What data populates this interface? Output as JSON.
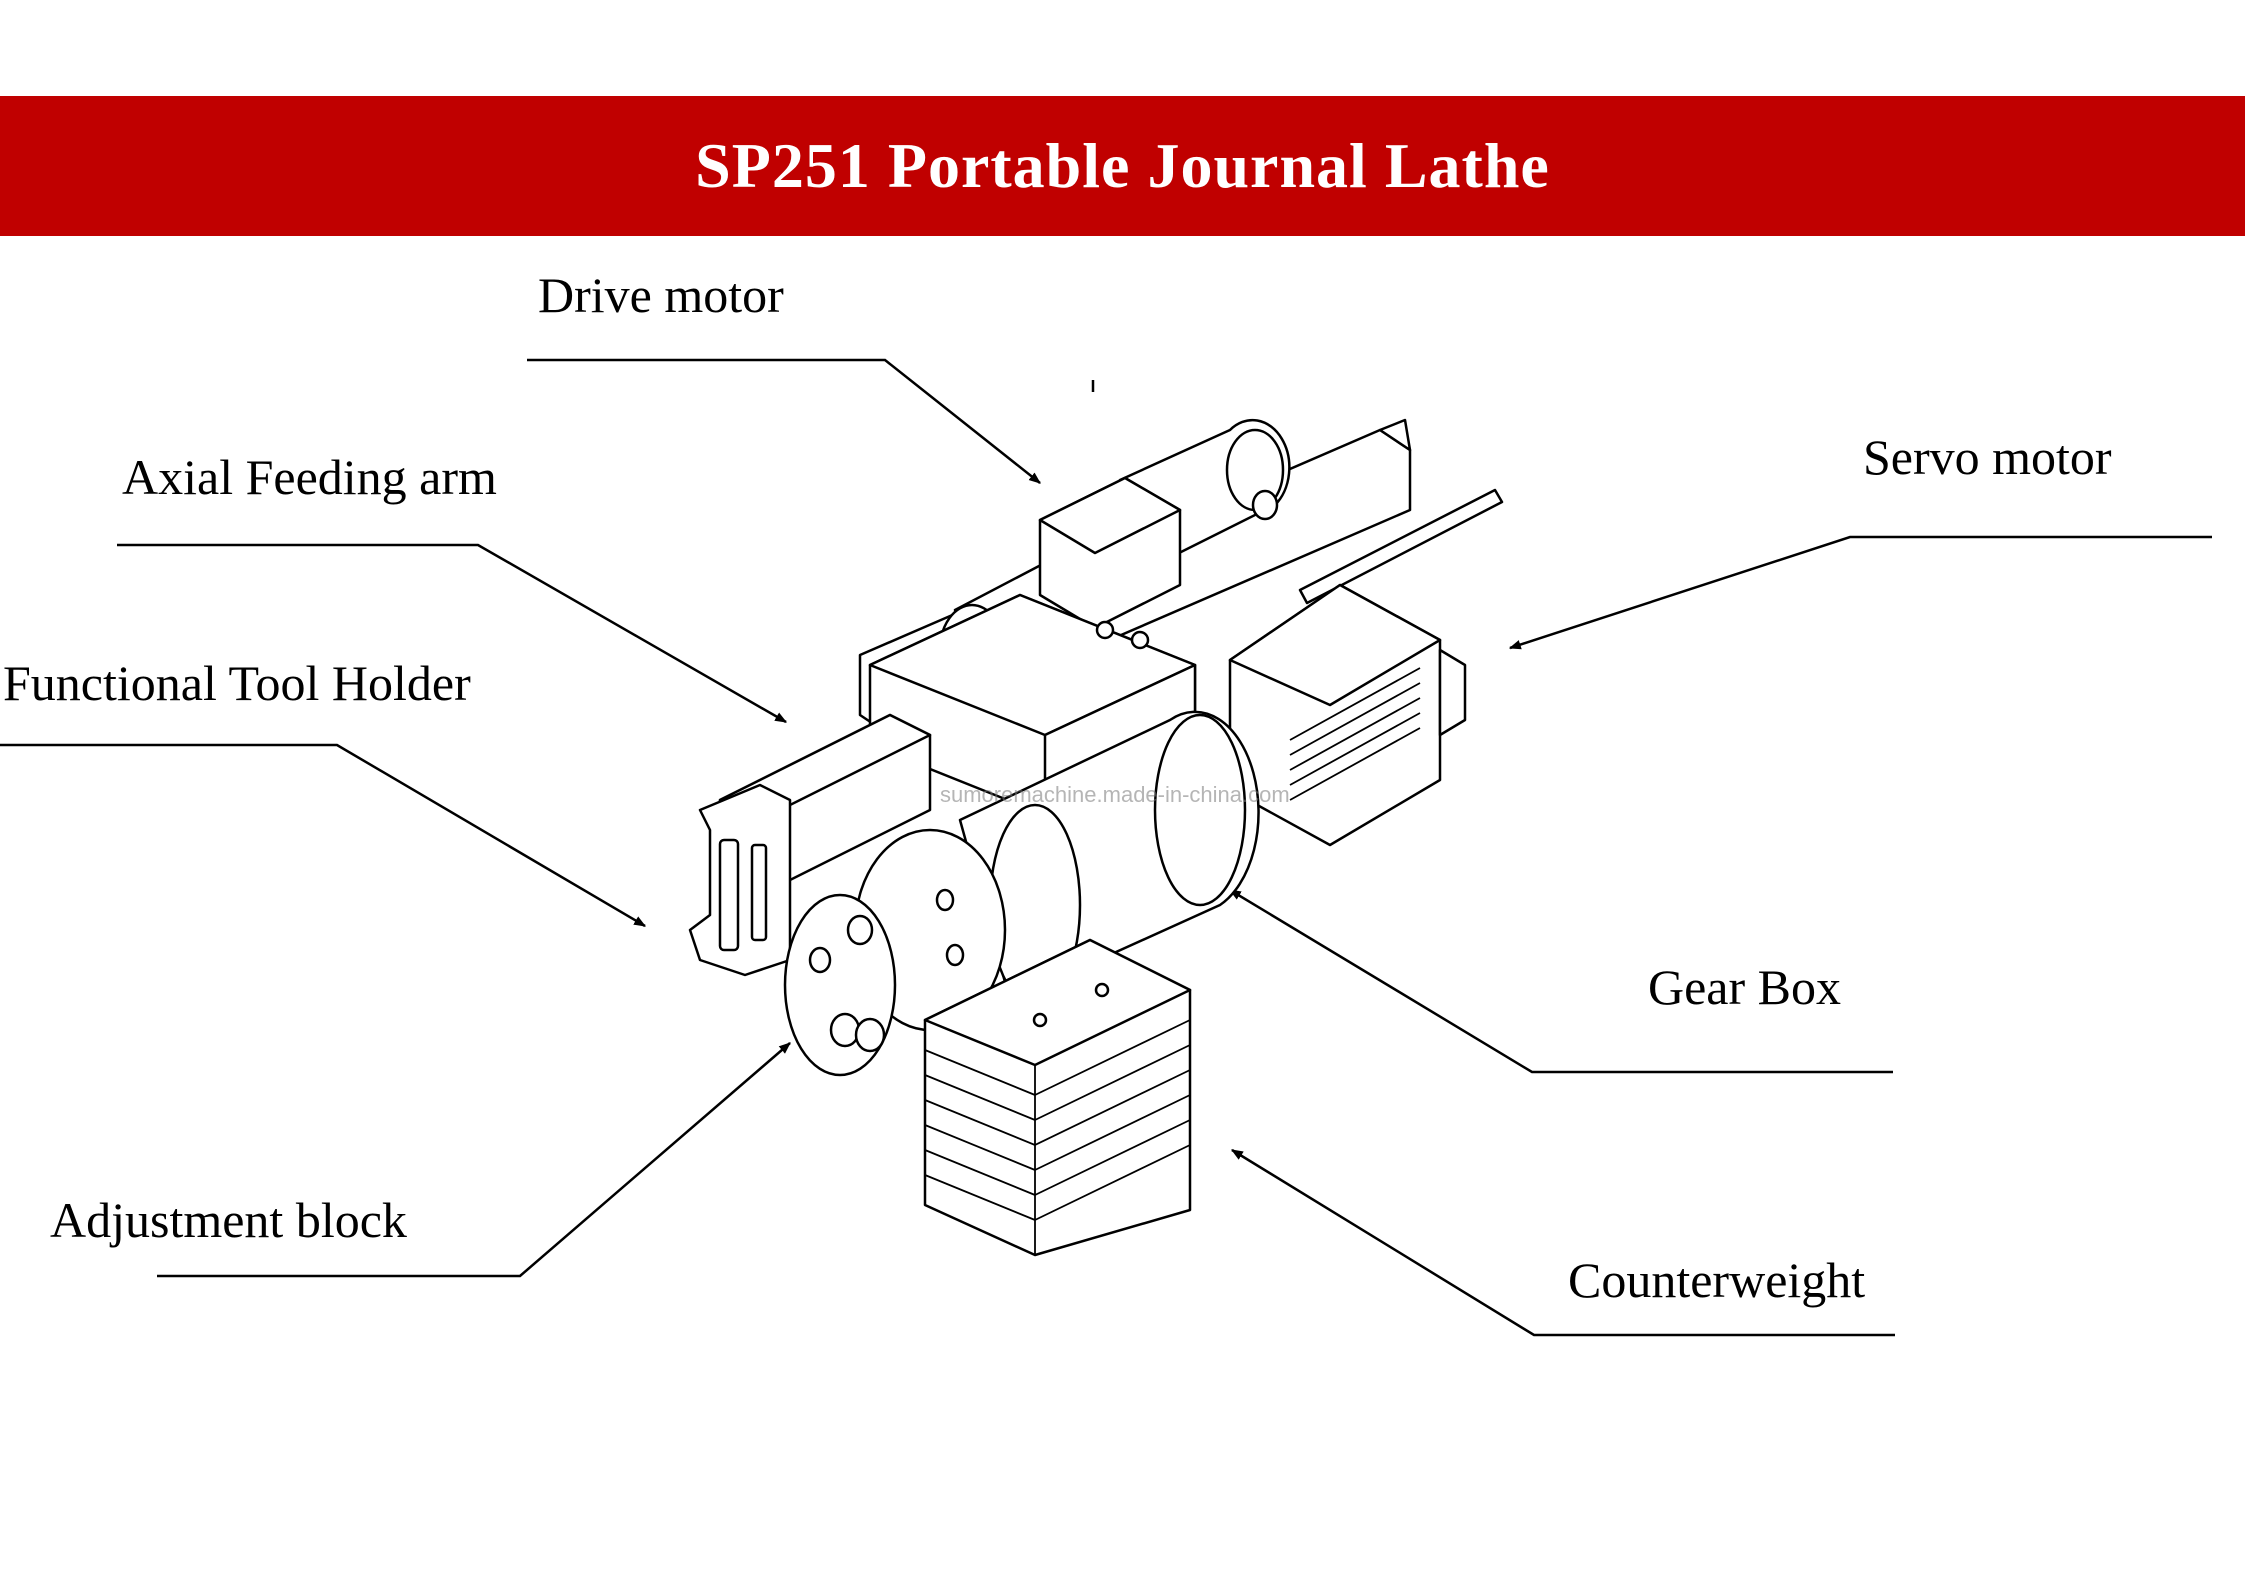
{
  "header": {
    "title": "SP251 Portable Journal Lathe",
    "background_color": "#c00000",
    "text_color": "#ffffff"
  },
  "labels": {
    "drive_motor": "Drive motor",
    "axial_feeding_arm": "Axial Feeding arm",
    "functional_tool_holder": "Functional Tool Holder",
    "adjustment_block": "Adjustment block",
    "servo_motor": "Servo motor",
    "gear_box": "Gear Box",
    "counterweight": "Counterweight"
  },
  "watermark": "sumoremachine.made-in-china.com"
}
